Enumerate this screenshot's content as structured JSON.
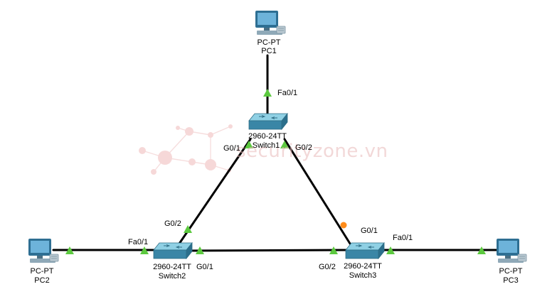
{
  "watermark": {
    "text": "securityzone.vn",
    "color": "#e9b9b9"
  },
  "colors": {
    "link": "#000000",
    "port_up": "#5cc93f",
    "port_blocking": "#ff8c1a",
    "switch_body": "#3f8fae",
    "switch_top": "#7fc4db",
    "pc_screen": "#5aa0c8"
  },
  "devices": [
    {
      "id": "pc1",
      "type_label": "PC-PT",
      "name": "PC1",
      "icon": "pc-icon"
    },
    {
      "id": "pc2",
      "type_label": "PC-PT",
      "name": "PC2",
      "icon": "pc-icon"
    },
    {
      "id": "pc3",
      "type_label": "PC-PT",
      "name": "PC3",
      "icon": "pc-icon"
    },
    {
      "id": "switch1",
      "type_label": "2960-24TT",
      "name": "Switch1",
      "icon": "switch-icon"
    },
    {
      "id": "switch2",
      "type_label": "2960-24TT",
      "name": "Switch2",
      "icon": "switch-icon"
    },
    {
      "id": "switch3",
      "type_label": "2960-24TT",
      "name": "Switch3",
      "icon": "switch-icon"
    }
  ],
  "ports": {
    "s1_pc1": "Fa0/1",
    "s1_s2": "G0/1",
    "s1_s3": "G0/2",
    "s2_s1": "G0/2",
    "s2_pc2": "Fa0/1",
    "s2_s3": "G0/1",
    "s3_s1": "G0/1",
    "s3_s2": "G0/2",
    "s3_pc3": "Fa0/1"
  },
  "links": [
    {
      "from": "PC1",
      "to": "Switch1",
      "port": "Fa0/1"
    },
    {
      "from": "Switch1",
      "to": "Switch2",
      "ports": [
        "G0/1",
        "G0/2"
      ]
    },
    {
      "from": "Switch1",
      "to": "Switch3",
      "ports": [
        "G0/2",
        "G0/1"
      ],
      "state": "blocking"
    },
    {
      "from": "Switch2",
      "to": "Switch3",
      "ports": [
        "G0/1",
        "G0/2"
      ]
    },
    {
      "from": "PC2",
      "to": "Switch2",
      "port": "Fa0/1"
    },
    {
      "from": "Switch3",
      "to": "PC3",
      "port": "Fa0/1"
    }
  ]
}
